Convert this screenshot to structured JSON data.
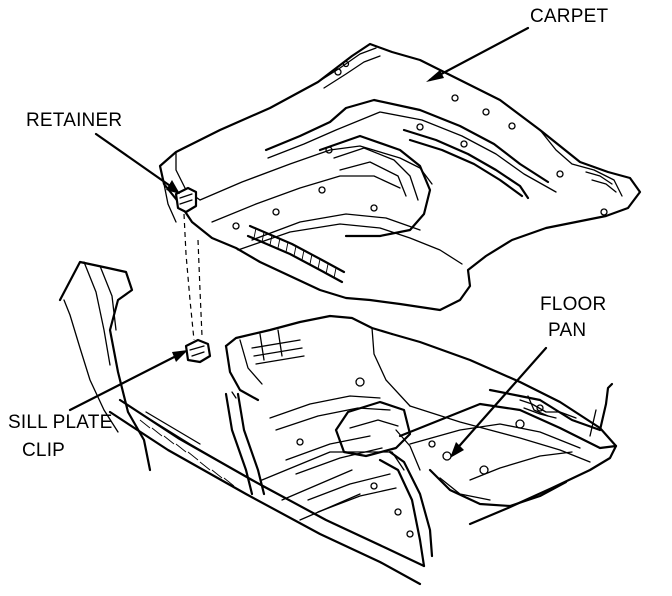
{
  "labels": {
    "carpet": "CARPET",
    "retainer": "RETAINER",
    "floor_pan_line1": "FLOOR",
    "floor_pan_line2": "PAN",
    "sill_plate_clip_line1": "SILL PLATE",
    "sill_plate_clip_line2": "CLIP"
  },
  "colors": {
    "ink": "#000000",
    "paper": "#ffffff"
  }
}
